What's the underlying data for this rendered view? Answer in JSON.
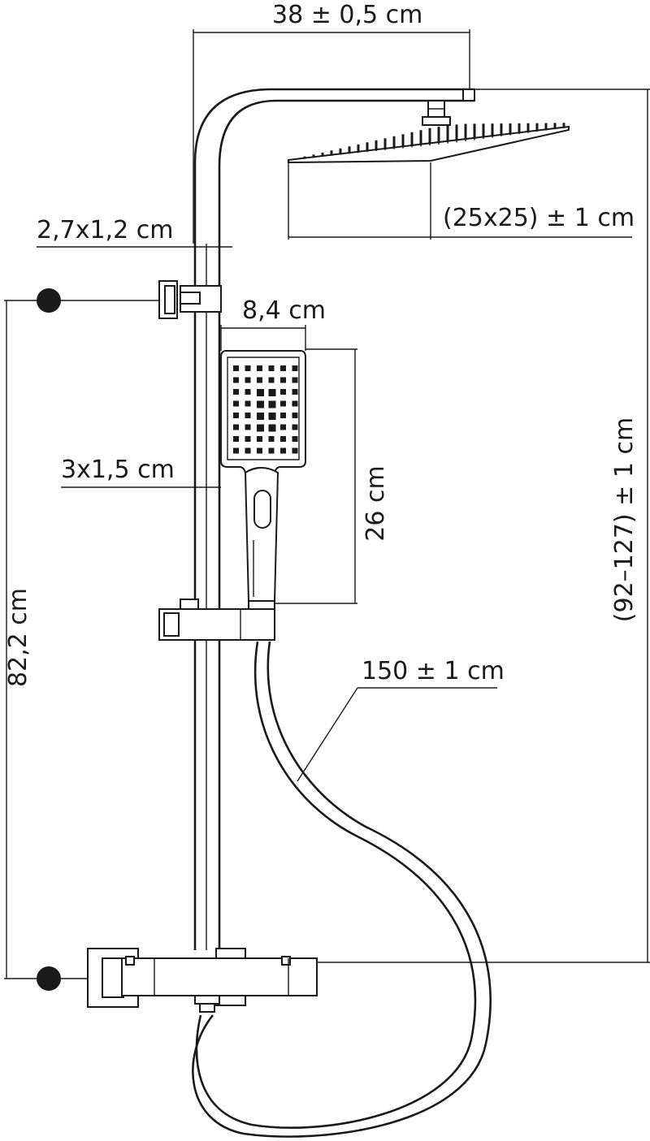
{
  "colors": {
    "line": "#1a1a1a",
    "background": "#ffffff"
  },
  "labels": {
    "arm_width": "38 ± 0,5 cm",
    "head_size": "(25x25) ± 1 cm",
    "rail_profile": "2,7x1,2 cm",
    "handshower_width": "8,4 cm",
    "lower_profile": "3x1,5 cm",
    "handshower_length": "26 cm",
    "total_height": "(92–127) ± 1 cm",
    "mount_spacing": "82,2 cm",
    "hose_length": "150 ± 1 cm"
  }
}
